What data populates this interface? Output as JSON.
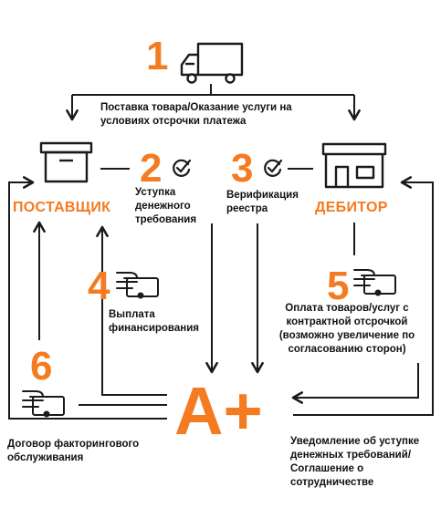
{
  "steps": {
    "s1": {
      "number": "1",
      "text": "Поставка товара/Оказание услуги на условиях отсрочки платежа"
    },
    "s2": {
      "number": "2",
      "text": "Уступка денежного требования"
    },
    "s3": {
      "number": "3",
      "text": "Верификация реестра"
    },
    "s4": {
      "number": "4",
      "text": "Выплата финансирования"
    },
    "s5": {
      "number": "5",
      "text": "Оплата товаров/услуг с контрактной отсрочкой (возможно увеличение по согласованию сторон)"
    },
    "s6": {
      "number": "6",
      "text": "Договор факторингового обслуживания"
    }
  },
  "parties": {
    "supplier": "ПОСТАВЩИК",
    "debtor": "ДЕБИТОР",
    "factor_logo": "A+"
  },
  "notes": {
    "notification": "Уведомление об уступке денежных требований/ Соглашение о сотрудничестве"
  },
  "icons": [
    "truck-icon",
    "box-icon",
    "shop-icon",
    "check-circle-icon",
    "hand-money-icon"
  ],
  "colors": {
    "accent": "#F47B20",
    "line": "#1a1a1a"
  }
}
